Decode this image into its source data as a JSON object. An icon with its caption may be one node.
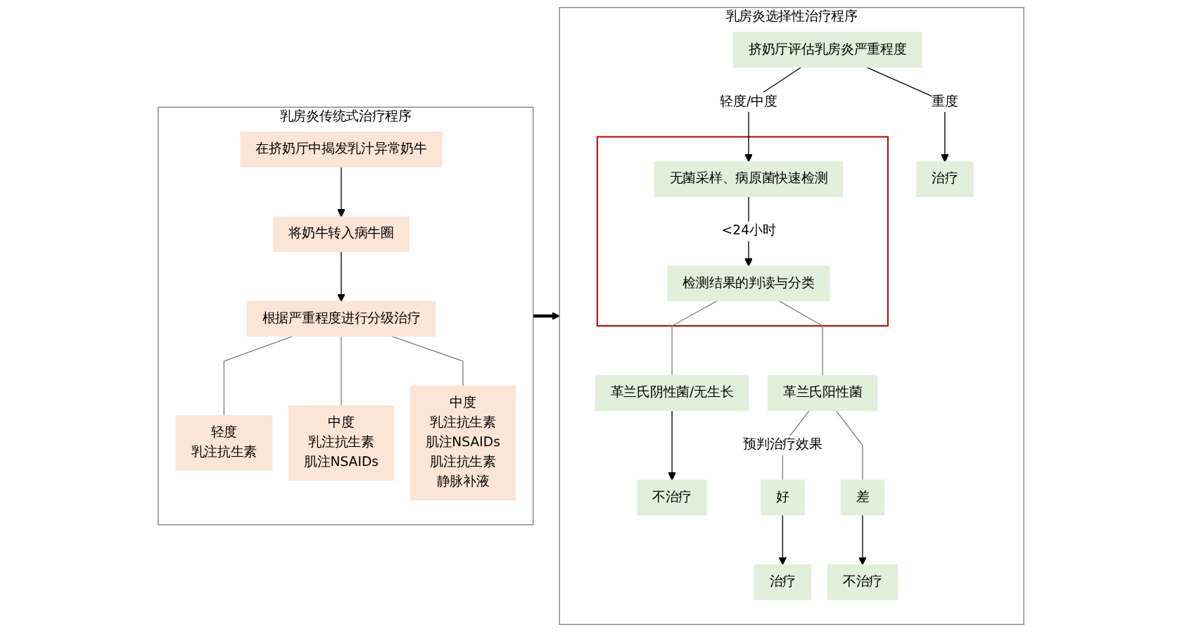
{
  "diagram": {
    "nodes": [
      {
        "text": [
          "乳房炎传统式治疗程序"
        ]
      },
      {
        "text": [
          "在挤奶厅中揭发乳汁异常奶牛"
        ],
        "in": 0
      },
      {
        "text": [
          "将奶牛转入病牛圈"
        ],
        "in": 0
      },
      {
        "text": [
          "根据严重程度进行分级治疗"
        ],
        "in": 0
      },
      {
        "text": [
          "轻度",
          "乳注抗生素"
        ],
        "in": 0
      },
      {
        "text": [
          "中度",
          "乳注抗生素",
          "肌注NSAIDs"
        ],
        "in": 0
      },
      {
        "text": [
          "中度",
          "乳注抗生素",
          "肌注NSAIDs",
          "肌注抗生素",
          "静脉补液"
        ],
        "in": 0
      },
      {
        "text": [
          "乳房炎选择性治疗程序"
        ]
      },
      {
        "text": [
          "挤奶厅评估乳房炎严重程度"
        ],
        "in": 7
      },
      {
        "text": [
          "治疗"
        ],
        "in": 7
      },
      {
        "text": [],
        "shape": "box",
        "in": 7
      },
      {
        "text": [
          "无菌采样、病原菌快速检测"
        ],
        "in": 10
      },
      {
        "text": [
          "检测结果的判读与分类"
        ],
        "in": 10
      },
      {
        "text": [
          "革兰氏阴性菌/无生长"
        ],
        "in": 7
      },
      {
        "text": [
          "不治疗"
        ],
        "in": 7
      },
      {
        "text": [
          "革兰氏阳性菌"
        ],
        "in": 7
      },
      {
        "text": [
          "好"
        ],
        "in": 7
      },
      {
        "text": [
          "差"
        ],
        "in": 7
      },
      {
        "text": [
          "治疗"
        ],
        "in": 7
      },
      {
        "text": [
          "不治疗"
        ],
        "in": 7
      }
    ],
    "edges": [
      {
        "from": 1,
        "to": 2,
        "arrow": "to"
      },
      {
        "from": 2,
        "to": 3,
        "arrow": "to"
      },
      {
        "from": 3,
        "to": 4,
        "arrow": "none",
        "color": "#7f7f7f"
      },
      {
        "from": 3,
        "to": 5,
        "arrow": "none",
        "color": "#7f7f7f"
      },
      {
        "from": 3,
        "to": 6,
        "arrow": "none",
        "color": "#7f7f7f"
      },
      {
        "from": 0,
        "to": 7,
        "arrow": "to",
        "style": "thick"
      },
      {
        "from": 8,
        "to": 9,
        "arrow": "to",
        "label": "重度"
      },
      {
        "from": 8,
        "to": 11,
        "arrow": "to",
        "label": "轻度/中度"
      },
      {
        "from": 11,
        "to": 12,
        "arrow": "to",
        "label": "<24小时"
      },
      {
        "from": 12,
        "to": 13,
        "arrow": "none",
        "color": "#7f7f7f"
      },
      {
        "from": 12,
        "to": 15,
        "arrow": "none",
        "color": "#7f7f7f"
      },
      {
        "from": 13,
        "to": 14,
        "arrow": "to"
      },
      {
        "from": 15,
        "to": 16,
        "arrow": "none",
        "color": "#7f7f7f",
        "label": "预判治疗效果"
      },
      {
        "from": 15,
        "to": 17,
        "arrow": "none",
        "color": "#7f7f7f"
      },
      {
        "from": 16,
        "to": 18,
        "arrow": "to"
      },
      {
        "from": 17,
        "to": 19,
        "arrow": "to"
      }
    ]
  }
}
